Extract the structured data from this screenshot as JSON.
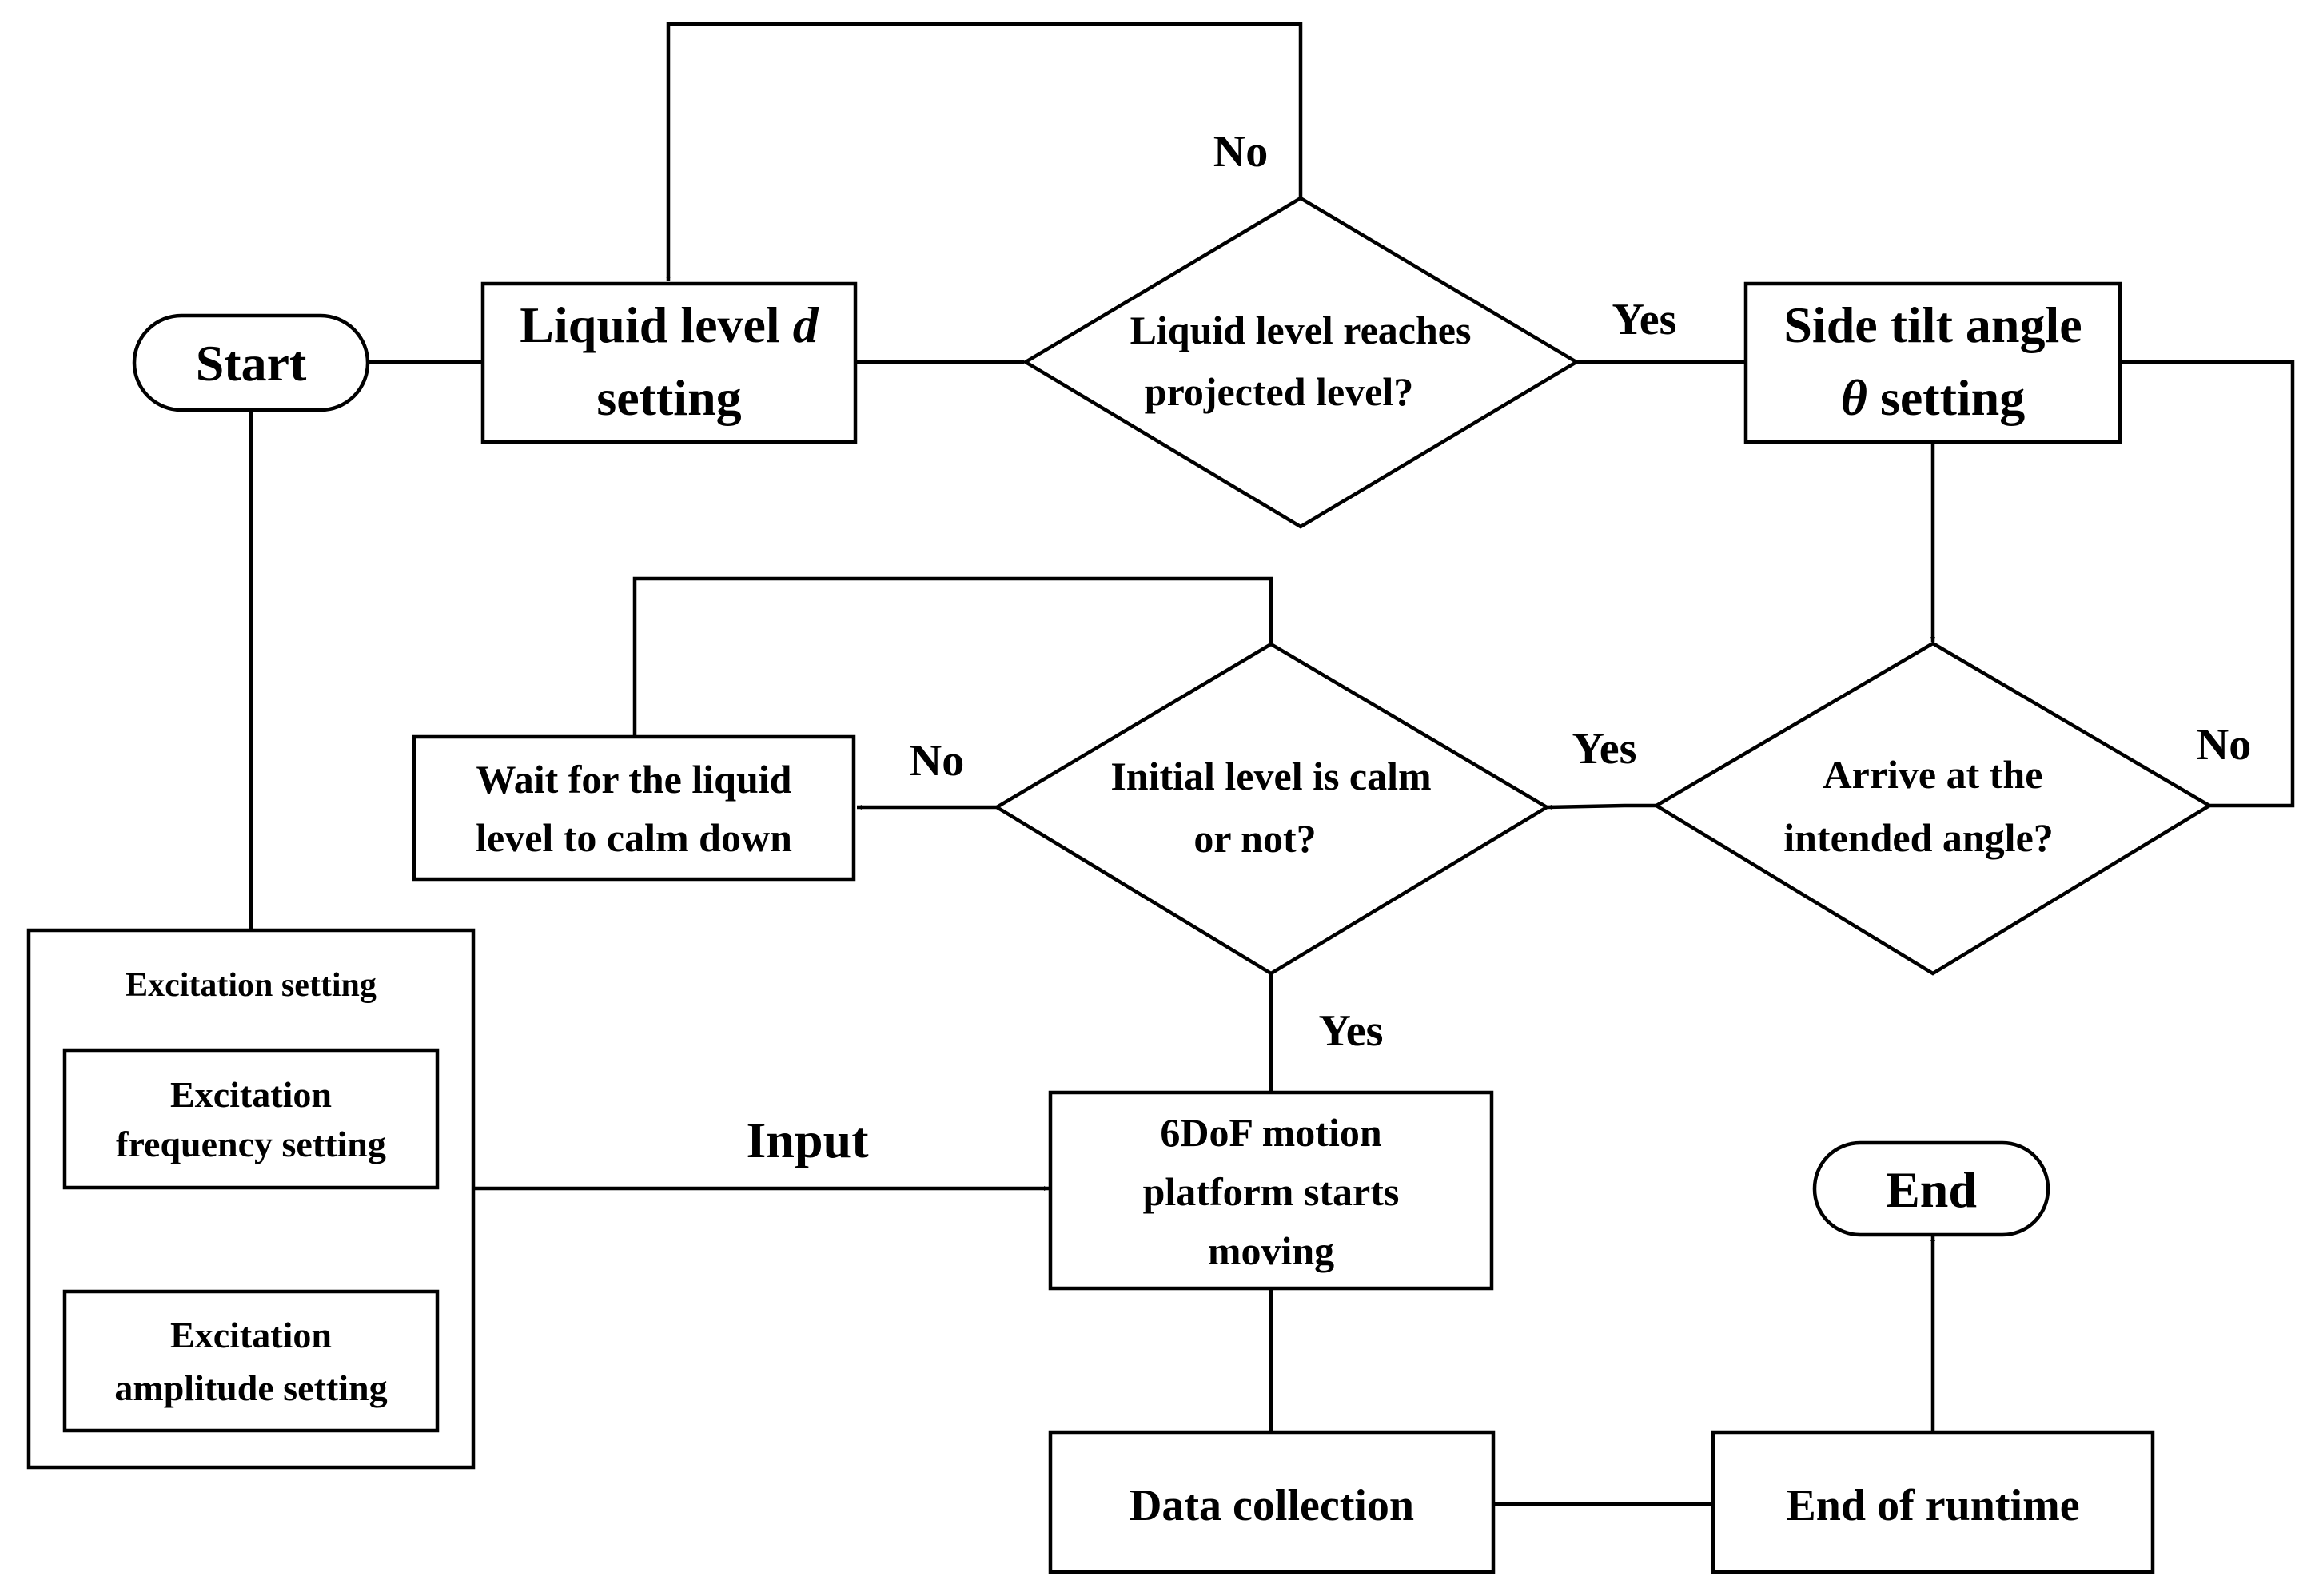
{
  "nodes": {
    "start": "Start",
    "liquid_level": {
      "prefix": "Liquid level ",
      "var": "d",
      "line2": "setting"
    },
    "check_level": {
      "line1": "Liquid level reaches",
      "line2": "projected level?"
    },
    "side_tilt": {
      "line1": "Side tilt angle",
      "var": "θ",
      "suffix": " setting"
    },
    "arrive_angle": {
      "line1": "Arrive at the",
      "line2": "intended angle?"
    },
    "initial_calm": {
      "line1": "Initial level is calm",
      "line2": "or not?"
    },
    "wait_calm": {
      "line1": "Wait for the liquid",
      "line2": "level to calm down"
    },
    "excitation_group": "Excitation setting",
    "excitation_freq": {
      "line1": "Excitation",
      "line2": "frequency setting"
    },
    "excitation_amp": {
      "line1": "Excitation",
      "line2": "amplitude setting"
    },
    "platform": {
      "line1": "6DoF motion",
      "line2": "platform starts",
      "line3": "moving"
    },
    "data_collection": "Data collection",
    "end_runtime": "End of runtime",
    "end": "End"
  },
  "edge_labels": {
    "level_no": "No",
    "level_yes": "Yes",
    "angle_no": "No",
    "angle_yes": "Yes",
    "calm_no": "No",
    "calm_yes": "Yes",
    "input": "Input"
  },
  "colors": {
    "stroke": "#000000",
    "background": "#ffffff"
  }
}
